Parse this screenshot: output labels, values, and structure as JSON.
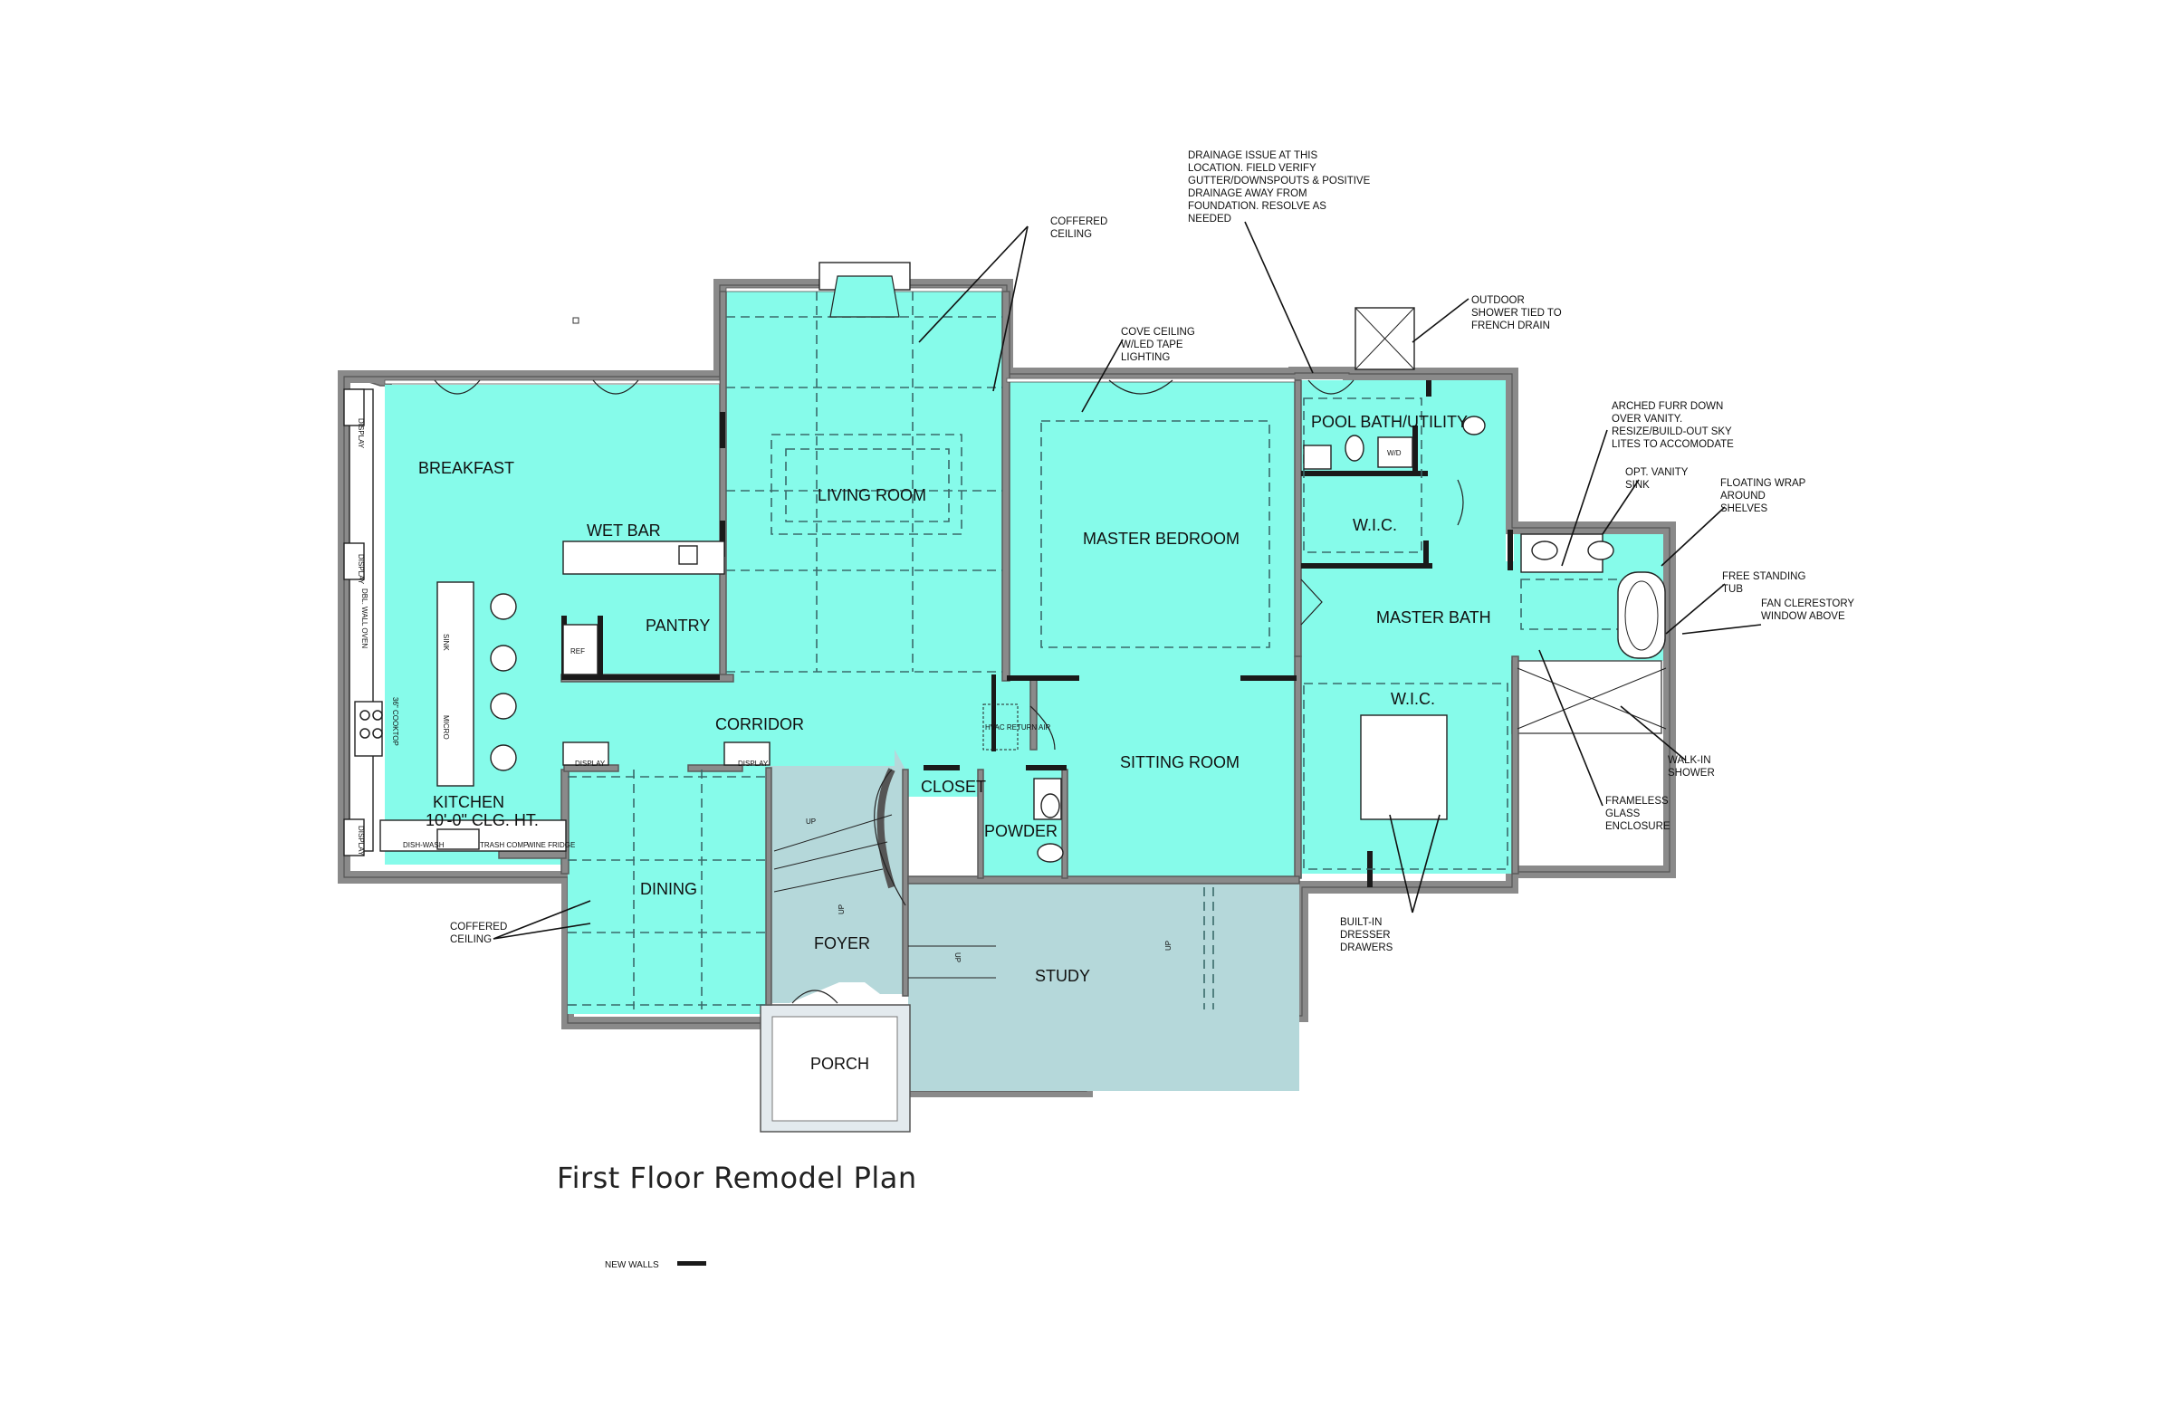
{
  "title": "First Floor Remodel Plan",
  "legend": {
    "label": "NEW WALLS"
  },
  "colors": {
    "room_fill": "#86fbea",
    "study_fill": "#b5d8da",
    "porch_fill": "#e3eaee",
    "wall": "#8a8a8a",
    "new_wall": "#1a1a1a"
  },
  "rooms": {
    "breakfast": "BREAKFAST",
    "wet_bar": "WET BAR",
    "pantry": "PANTRY",
    "living_room": "LIVING ROOM",
    "master_bedroom": "MASTER BEDROOM",
    "pool_bath": "POOL BATH/UTILITY",
    "wic_upper": "W.I.C.",
    "master_bath": "MASTER BATH",
    "wic_lower": "W.I.C.",
    "corridor": "CORRIDOR",
    "kitchen": "KITCHEN",
    "kitchen_ceiling": "10'-0\" CLG. HT.",
    "sitting_room": "SITTING ROOM",
    "closet": "CLOSET",
    "powder": "POWDER",
    "dining": "DINING",
    "foyer": "FOYER",
    "study": "STUDY",
    "porch": "PORCH"
  },
  "fixtures": {
    "display_1": "DISPLAY",
    "display_2": "DISPLAY",
    "display_3": "DISPLAY",
    "display_4": "DISPLAY",
    "display_5": "DISPLAY",
    "ref": "REF",
    "wd": "W/D",
    "hvac": "HVAC RETURN AIR",
    "dishwasher": "DISH-WASH",
    "trash": "TRASH COMP",
    "wine_fridge": "WINE FRIDGE",
    "dbl_wall_oven": "DBL. WALL OVEN",
    "cooktop": "36\" COOKTOP",
    "micro": "MICRO",
    "sink_island": "SINK",
    "up_1": "UP",
    "up_2": "UP",
    "up_3": "UP",
    "up_4": "UP"
  },
  "annotations": {
    "coffered_top_1": "COFFERED",
    "coffered_top_2": "CEILING",
    "cove_1": "COVE CEILING",
    "cove_2": "W/LED TAPE",
    "cove_3": "LIGHTING",
    "drainage_1": "DRAINAGE ISSUE AT THIS",
    "drainage_2": "LOCATION. FIELD VERIFY",
    "drainage_3": "GUTTER/DOWNSPOUTS & POSITIVE",
    "drainage_4": "DRAINAGE AWAY FROM",
    "drainage_5": "FOUNDATION. RESOLVE AS",
    "drainage_6": "NEEDED",
    "outdoor_1": "OUTDOOR",
    "outdoor_2": "SHOWER TIED TO",
    "outdoor_3": "FRENCH DRAIN",
    "arched_1": "ARCHED FURR DOWN",
    "arched_2": "OVER VANITY.",
    "arched_3": "RESIZE/BUILD-OUT SKY",
    "arched_4": "LITES TO ACCOMODATE",
    "vanity_1": "OPT. VANITY",
    "vanity_2": "SINK",
    "floating_1": "FLOATING WRAP",
    "floating_2": "AROUND",
    "floating_3": "SHELVES",
    "tub_1": "FREE STANDING",
    "tub_2": "TUB",
    "fan_1": "FAN CLERESTORY",
    "fan_2": "WINDOW ABOVE",
    "shower_1": "WALK-IN",
    "shower_2": "SHOWER",
    "glass_1": "FRAMELESS",
    "glass_2": "GLASS",
    "glass_3": "ENCLOSURE",
    "dresser_1": "BUILT-IN",
    "dresser_2": "DRESSER",
    "dresser_3": "DRAWERS",
    "coffered_dining_1": "COFFERED",
    "coffered_dining_2": "CEILING"
  }
}
